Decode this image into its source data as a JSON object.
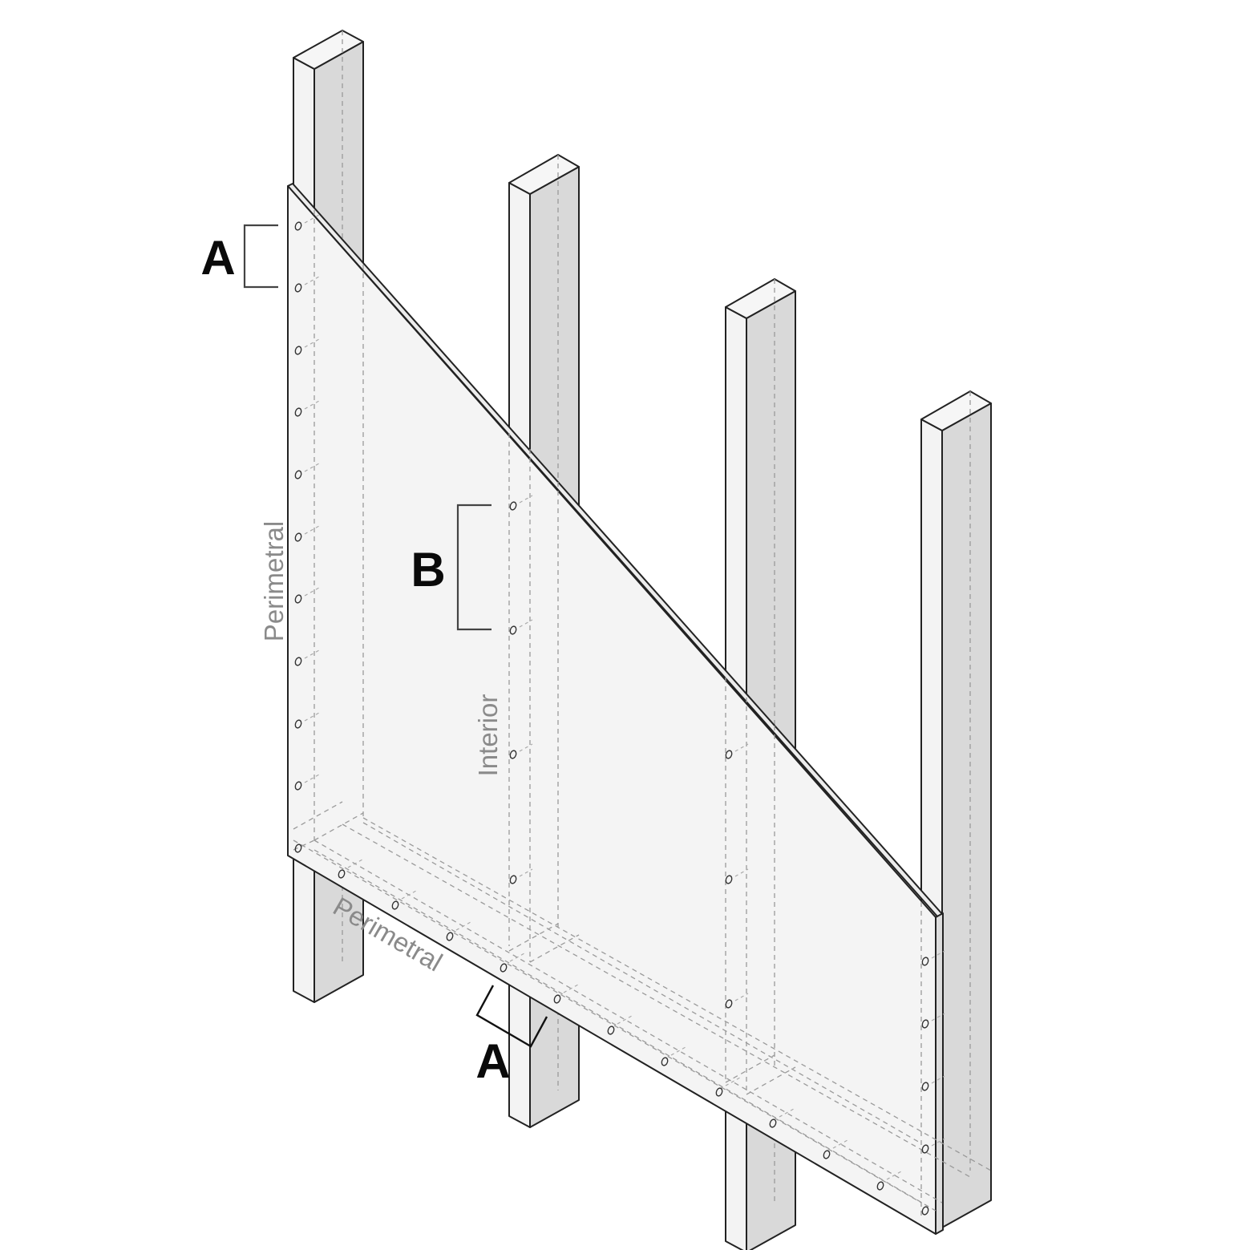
{
  "labels": {
    "spacing_a_top": "A",
    "spacing_b": "B",
    "spacing_a_bottom": "A",
    "perimetral_vertical": "Perimetral",
    "perimetral_bottom": "Perimetral",
    "interior": "Interior"
  },
  "studs": [
    {
      "id": "stud-1"
    },
    {
      "id": "stud-2"
    },
    {
      "id": "stud-3"
    },
    {
      "id": "stud-4"
    }
  ]
}
